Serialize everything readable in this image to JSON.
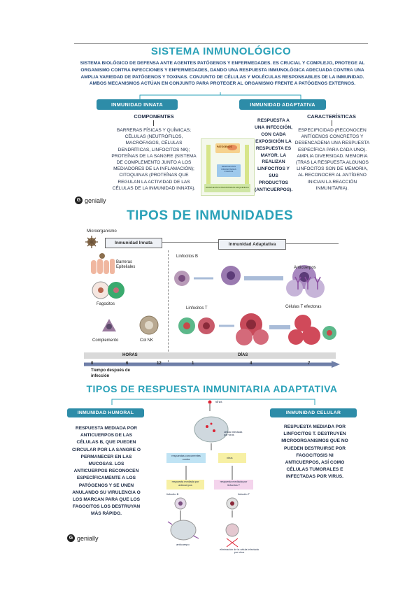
{
  "section1": {
    "title": "SISTEMA INMUNOLÓGICO",
    "intro": "Sistema biológico de defensa ante agentes patógenos y enfermedades. Es crucial y complejo, protege al organismo contra infecciones y enfermedades, dando una respuesta inmunológica adecuada contra una amplia variedad de patógenos y toxinas. Conjunto de células y moléculas responsables de la inmunidad. Ambos mecanismos actúan en conjunto para proteger al organismo frente a patógenos externos.",
    "innata_label": "INMUNIDAD INNATA",
    "adaptativa_label": "INMUNIDAD ADAPTATIVA",
    "componentes_title": "COMPONENTES",
    "componentes_text": "Barreras físicas y químicas; células (neutrófilos, macrófagos, células dendríticas, linfocitos NK); proteínas de la sangre (sistema de complemento junto a los mediadores de la inflamación); citoquinas (proteínas que regulan la actividad de las células de la inmunidad innata).",
    "respuesta_text": "Respuesta a una infección, con cada exposición la respuesta es mayor. La realizan linfocitos y sus productos (anticuerpos).",
    "caracteristicas_title": "CARACTERÍSTICAS",
    "caracteristicas_text": "Especificidad (reconocen antígenos concretos y desencadena una respuesta específica para cada uno). Amplia diversidad. Memoria (tras la respuesta algunos linfocitos son de memoria, al reconocer al antígeno inician la reacción inmunitaria).",
    "diagram_patogenos": "PATÓGENOS",
    "diagram_respuestas": "RESPUESTAS INMUNITARIAS INNATAS",
    "diagram_adquiridas": "RESPUESTAS INMUNITARIAS ADQUIRIDAS"
  },
  "logo": {
    "text": "genially",
    "glyph": "G"
  },
  "section2": {
    "title": "TIPOS DE INMUNIDADES",
    "microorganismo": "Microorganismo",
    "innata_box": "Inmunidad Innata",
    "adaptativa_box": "Inmunidad Adaptativa",
    "barreras": "Barreras Epiteliales",
    "fagocitos": "Fagocitos",
    "complemento": "Complemento",
    "col_nk": "Col NK",
    "linfocitos_b": "Linfocitos B",
    "linfocitos_t": "Linfocitos T",
    "anticuerpos": "Anticuerpos",
    "celulas_t": "Células T efectoras",
    "horas": "HORAS",
    "dias": "DÍAS",
    "ticks": [
      "0",
      "6",
      "12",
      "1",
      "4",
      "7"
    ],
    "axis_label": "Tiempo después de infección"
  },
  "section3": {
    "title": "TIPOS DE RESPUESTA INMUNITARIA ADAPTATIVA",
    "humoral_label": "INMUNIDAD HUMORAL",
    "celular_label": "INMUNIDAD CELULAR",
    "humoral_text": "Respuesta mediada por anticuerpos de las células B, que pueden circular por la sangre o permanecer en las mucosas. Los anticuerpos reconocen específicamente a los patógenos y se unen anulando su virulencia o los marcan para que los fagocitos los destruyan más rápido.",
    "celular_text": "Respuesta mediada por linfocitos T. Destruyen microorganismos que no pueden destruirse por fagocitosis ni anticuerpos, así como células tumorales e infectadas por virus.",
    "virus": "virus",
    "celula_infectada": "célula infectada por virus",
    "respuestas_concurrentes": "respuestas concurrentes contra",
    "virus2": "virus",
    "mediada_anticuerpos": "respuesta mediada por anticuerpos",
    "mediada_linfocitos": "respuesta mediada por linfocitos T",
    "linfocito_b": "linfocito B",
    "linfocito_t": "linfocito T",
    "anticuerpo": "anticuerpo",
    "eliminacion": "eliminación de la célula infectada por virus"
  },
  "colors": {
    "teal": "#2aa1b8",
    "pill": "#2d8ca8",
    "navy": "#1c2a44"
  }
}
